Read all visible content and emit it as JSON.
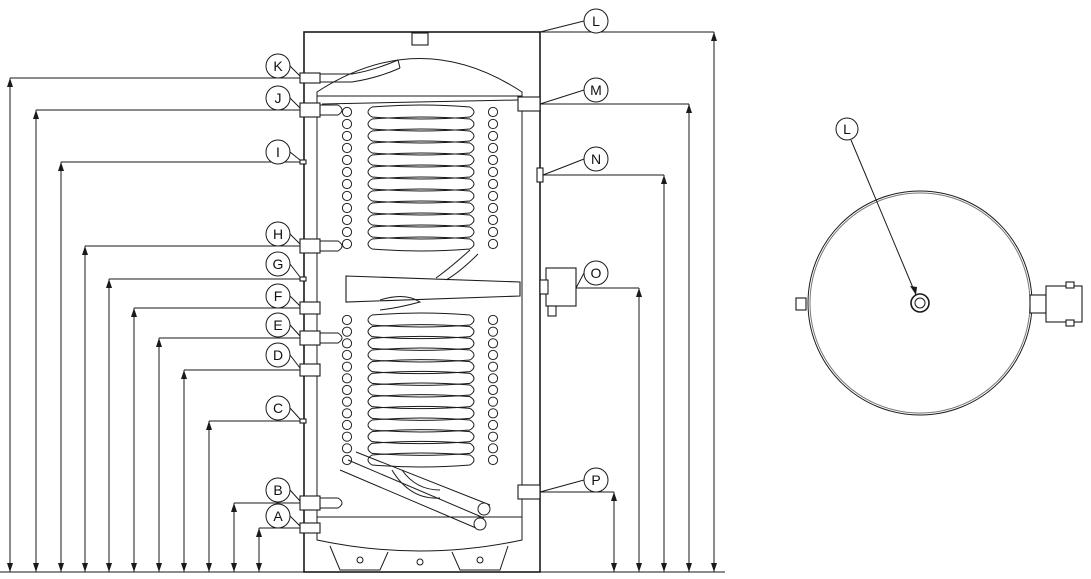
{
  "left_labels": [
    "K",
    "J",
    "I",
    "H",
    "G",
    "F",
    "E",
    "D",
    "C",
    "B",
    "A"
  ],
  "right_labels": [
    "L",
    "M",
    "N",
    "O",
    "P"
  ],
  "top_view_label": "L",
  "colors": {
    "line": "#1a1a1a",
    "background": "#ffffff"
  }
}
